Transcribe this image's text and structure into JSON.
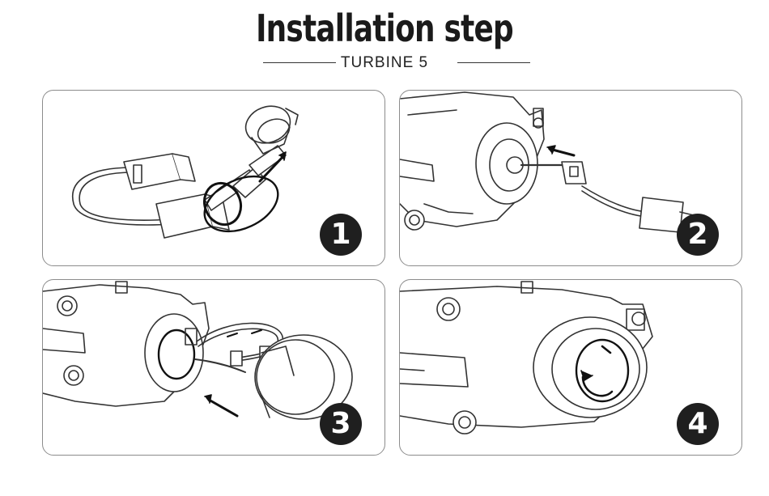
{
  "header": {
    "title": "Installation step",
    "subtitle": "TURBINE 5"
  },
  "steps": [
    {
      "number": "1"
    },
    {
      "number": "2"
    },
    {
      "number": "3"
    },
    {
      "number": "4"
    }
  ],
  "colors": {
    "line": "#333333",
    "badge": "#1f1f1f",
    "border": "#8c8c8c"
  }
}
